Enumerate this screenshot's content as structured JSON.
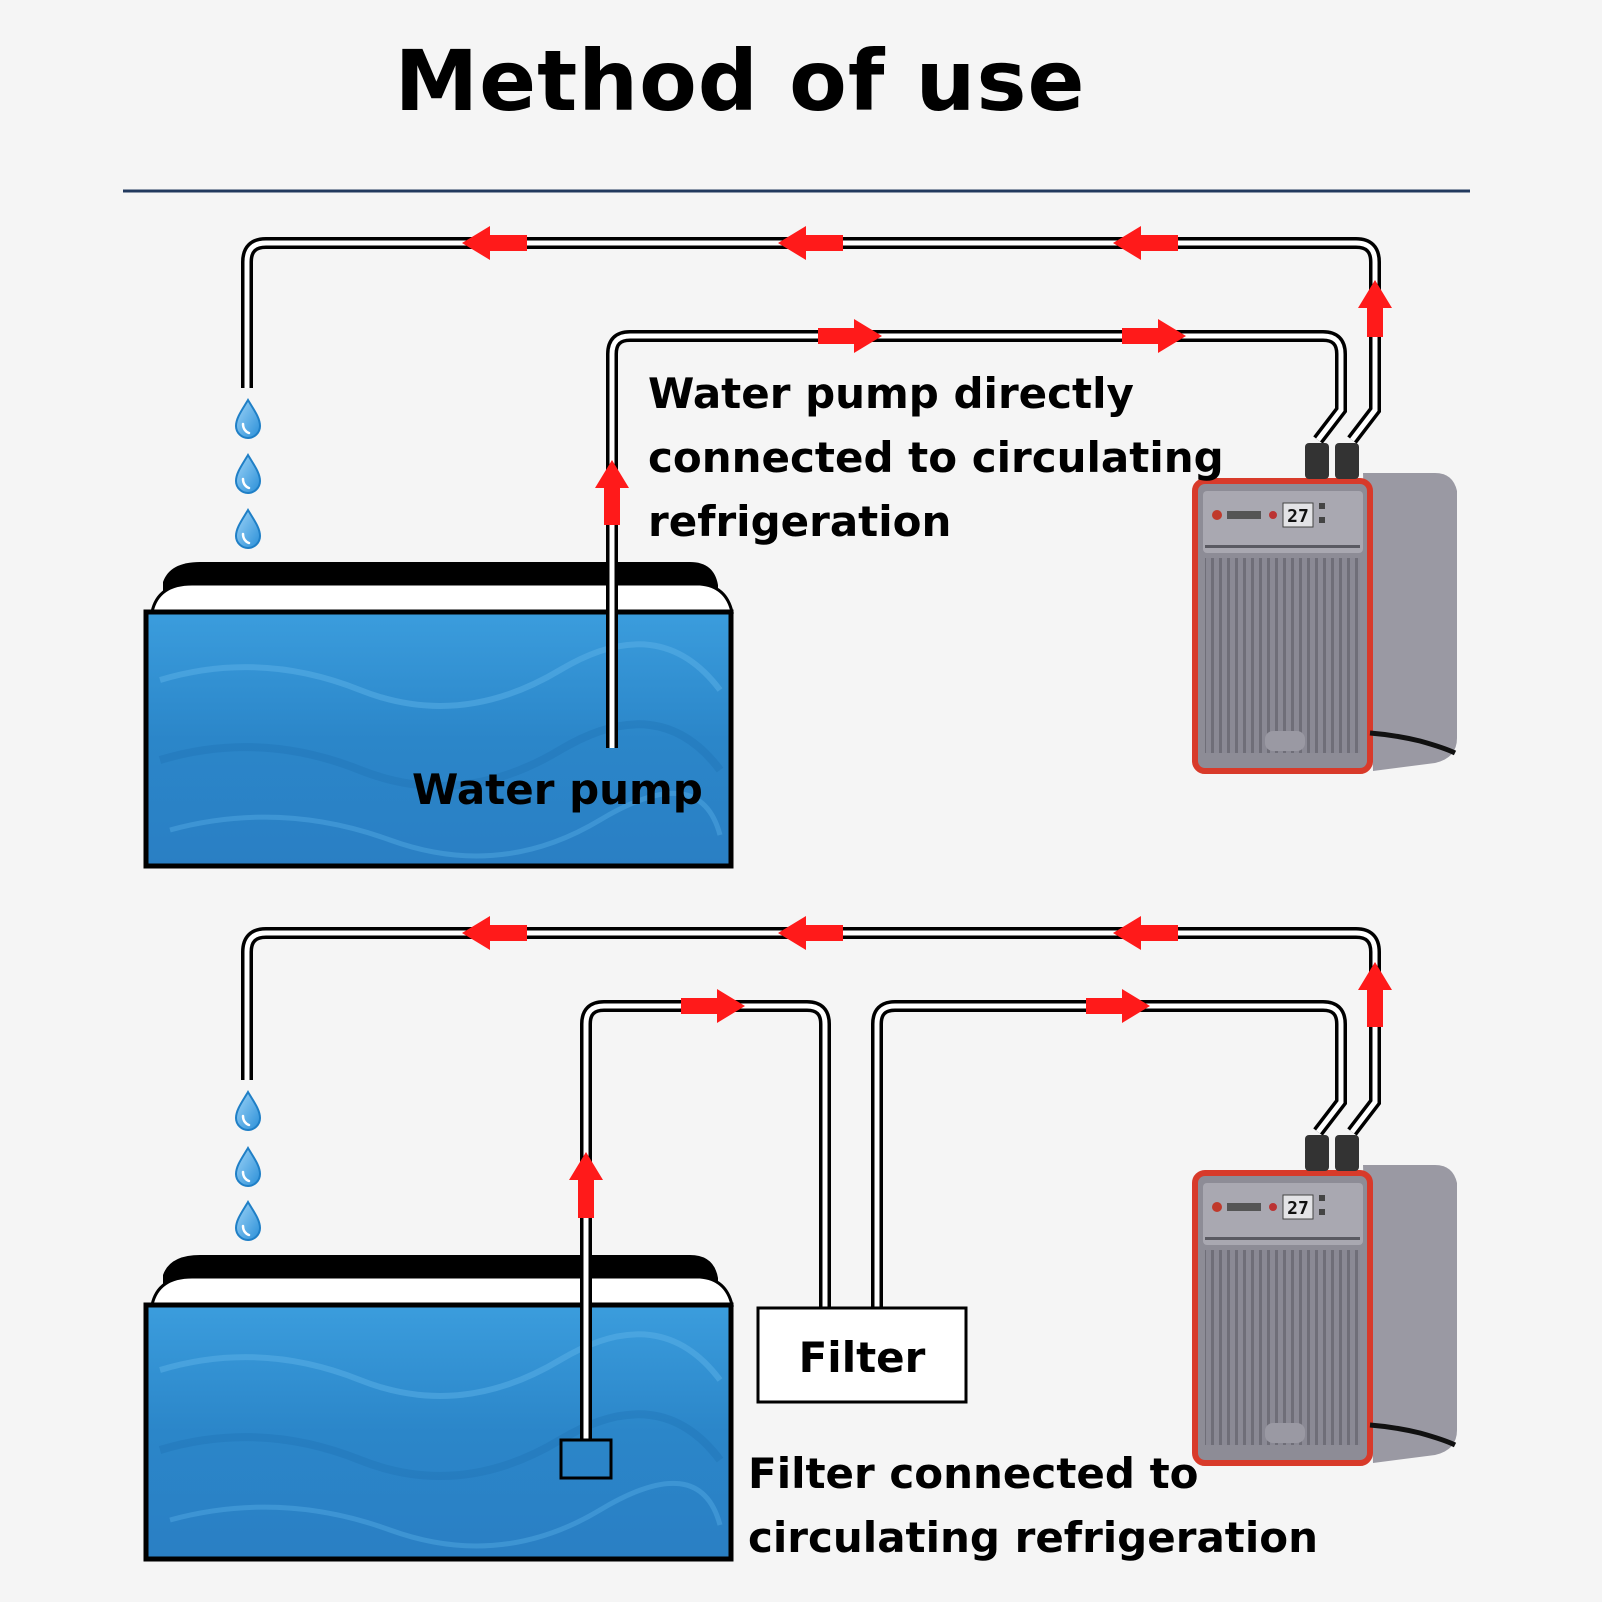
{
  "title": "Method of use",
  "diagram_top": {
    "caption_lines": [
      "Water pump directly",
      "connected to circulating",
      "refrigeration"
    ],
    "pump_label": "Water pump"
  },
  "diagram_bottom": {
    "filter_label": "Filter",
    "caption_lines": [
      "Filter connected to",
      "circulating refrigeration"
    ]
  },
  "chiller": {
    "display_value": "27"
  },
  "colors": {
    "water": "#2f8fd0",
    "arrow": "#ff1a1a",
    "pipe": "#000000",
    "chiller_body": "#8d8c96",
    "chiller_trim": "#d83a2a"
  },
  "icons": [
    "water-drop-icon",
    "flow-arrow-icon",
    "chiller-icon"
  ]
}
